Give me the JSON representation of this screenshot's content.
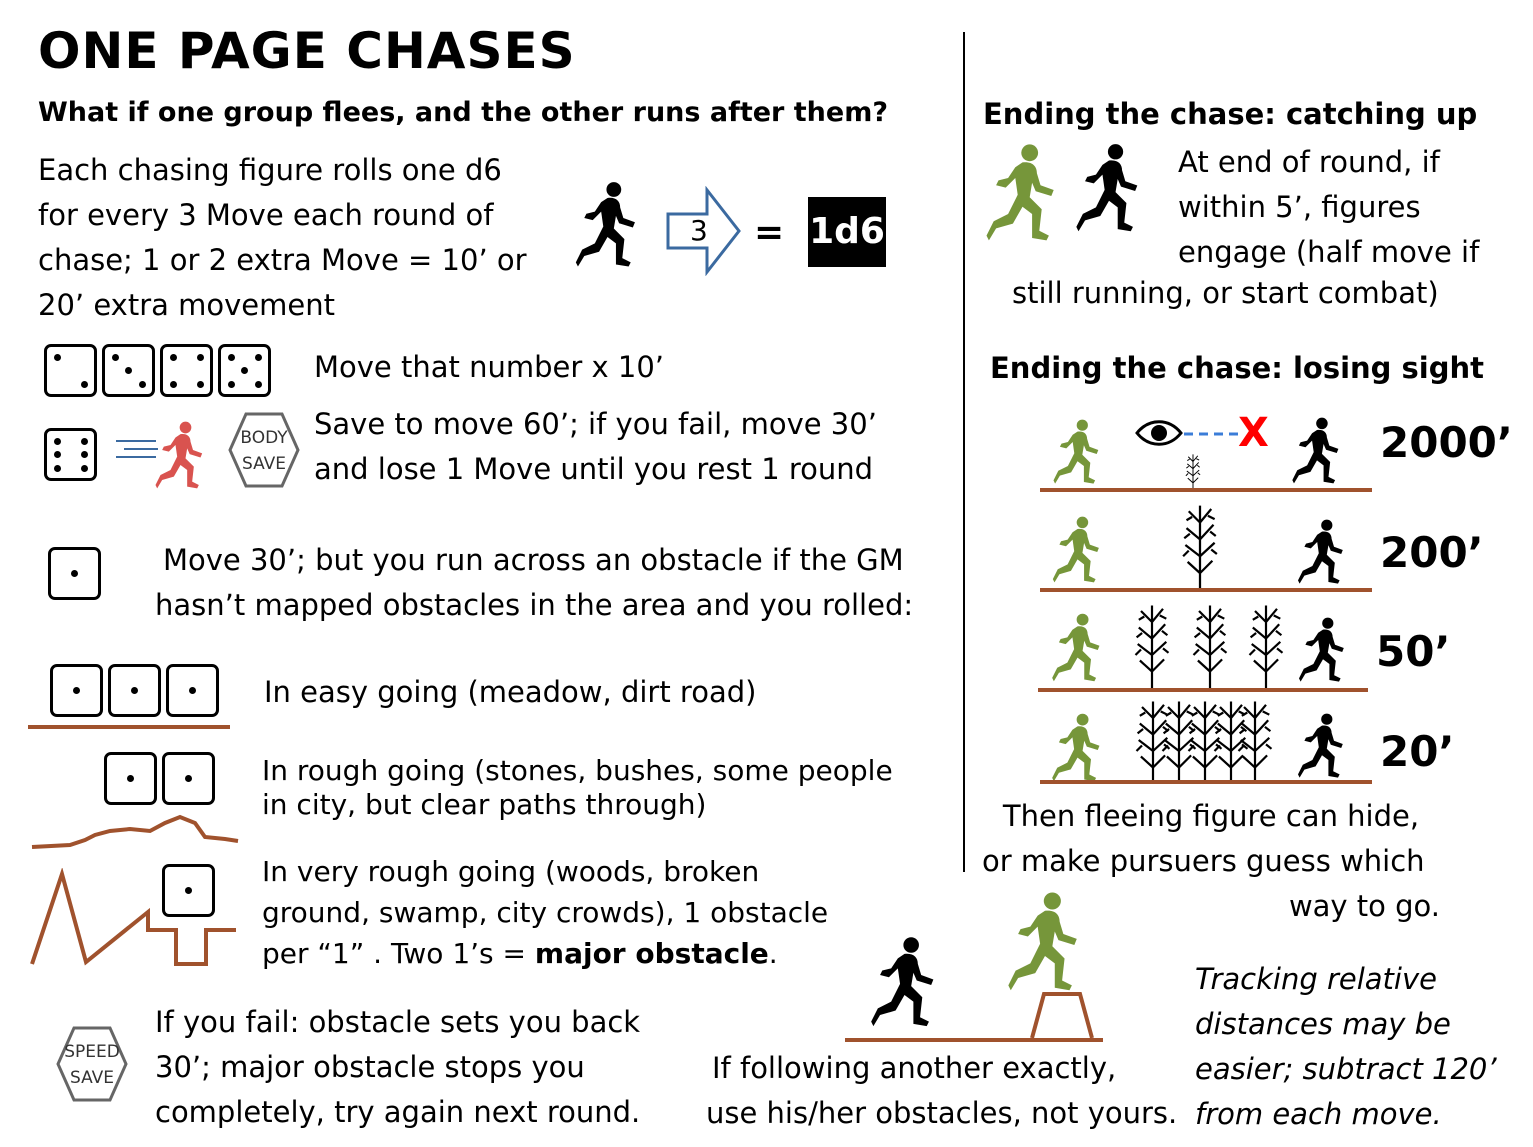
{
  "title": "ONE PAGE CHASES",
  "subtitle": "What if one group flees, and the other runs after them?",
  "intro": {
    "lines": [
      "Each chasing figure rolls one d6",
      "for every 3 Move each round of",
      "chase; 1 or 2 extra Move = 10’ or",
      "20’ extra movement"
    ],
    "arrow_number": "3",
    "equals": "=",
    "die_label": "1d6"
  },
  "rules": {
    "move_number": "Move that number x 10’",
    "six_line1": "Save to move 60’; if you fail, move 30’",
    "six_line2": "and lose 1 Move until you rest 1 round",
    "body_save": [
      "BODY",
      "SAVE"
    ],
    "one_line1": "Move 30’; but you run across an obstacle if the GM",
    "one_line2": "hasn’t mapped obstacles in the area and you rolled:",
    "easy": "In easy going (meadow, dirt road)",
    "rough_line1": "In rough going (stones, bushes, some people",
    "rough_line2": "in city, but clear paths through)",
    "very_line1": "In very rough going (woods, broken",
    "very_line2": "ground, swamp, city crowds), 1 obstacle",
    "very_line3_a": "per “1” . Two 1’s = ",
    "very_line3_b": "major obstacle",
    "very_line3_c": ".",
    "speed_save": [
      "SPEED",
      "SAVE"
    ],
    "fail_line1": "If you fail: obstacle sets you back",
    "fail_line2": "30’;  major obstacle stops you",
    "fail_line3": "completely, try again next round."
  },
  "following": {
    "line1": "If following another exactly,",
    "line2": "use his/her obstacles, not yours."
  },
  "catching": {
    "heading": "Ending the chase: catching up",
    "lines": [
      "At end of round, if",
      "within 5’, figures",
      "engage (half move if",
      "still running, or start combat)"
    ]
  },
  "losing": {
    "heading": "Ending the chase: losing sight",
    "mark": "X",
    "distances": [
      "2000’",
      "200’",
      "50’",
      "20’"
    ],
    "after_lines": [
      "Then fleeing figure can hide,",
      "or make pursuers guess which",
      "way to go."
    ]
  },
  "tracking": {
    "lines": [
      "Tracking relative",
      "distances may be",
      "easier; subtract 120’",
      "from each move."
    ]
  },
  "colors": {
    "green_runner": "#76963a",
    "red_runner": "#d9534f",
    "ground": "#a0522d",
    "arrow": "#3b6aa0",
    "eye_dash": "#3b7dd8",
    "x_mark": "#ff0000"
  }
}
